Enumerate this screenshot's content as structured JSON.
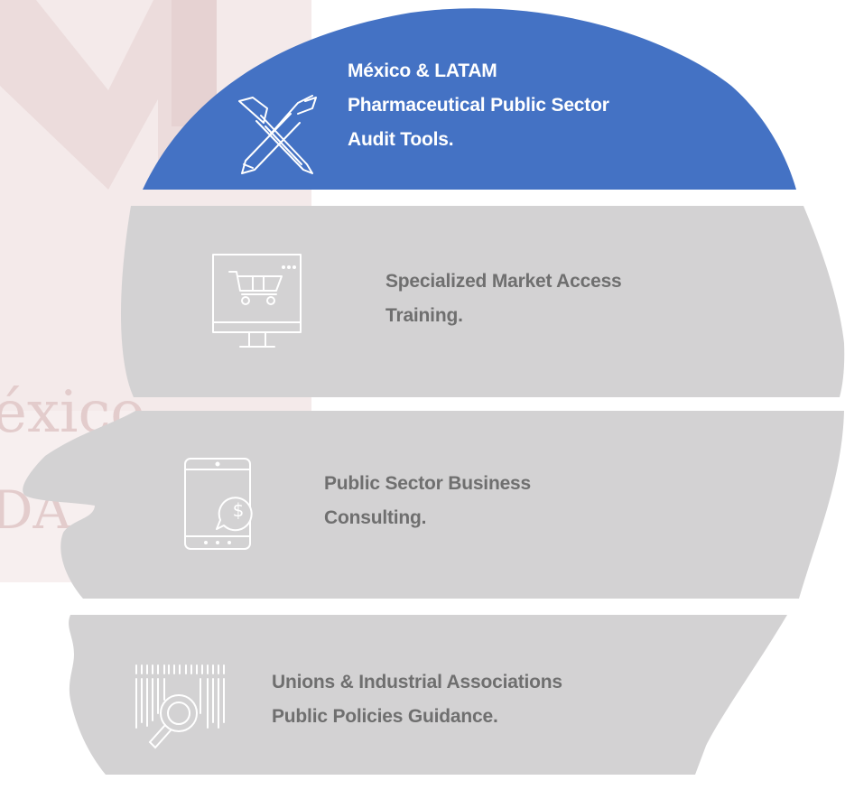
{
  "background_watermark": {
    "text_line1": "éxico",
    "text_line2": "DA",
    "color": "#e9d6d6"
  },
  "colors": {
    "accent": "#4472c4",
    "band_grey": "#d3d2d3",
    "label_grey": "#6f6f6f",
    "icon_stroke": "#ffffff"
  },
  "bands": [
    {
      "icon": "pencil-brush-crossed-icon",
      "lines": [
        "México & LATAM",
        "Pharmaceutical Public Sector",
        "Audit Tools."
      ]
    },
    {
      "icon": "shopping-cart-monitor-icon",
      "lines": [
        "Specialized Market Access",
        "Training."
      ]
    },
    {
      "icon": "tablet-dollar-icon",
      "lines": [
        "Public Sector Business",
        "Consulting."
      ]
    },
    {
      "icon": "barcode-magnifier-icon",
      "lines": [
        "Unions & Industrial Associations",
        "Public Policies Guidance."
      ]
    }
  ]
}
